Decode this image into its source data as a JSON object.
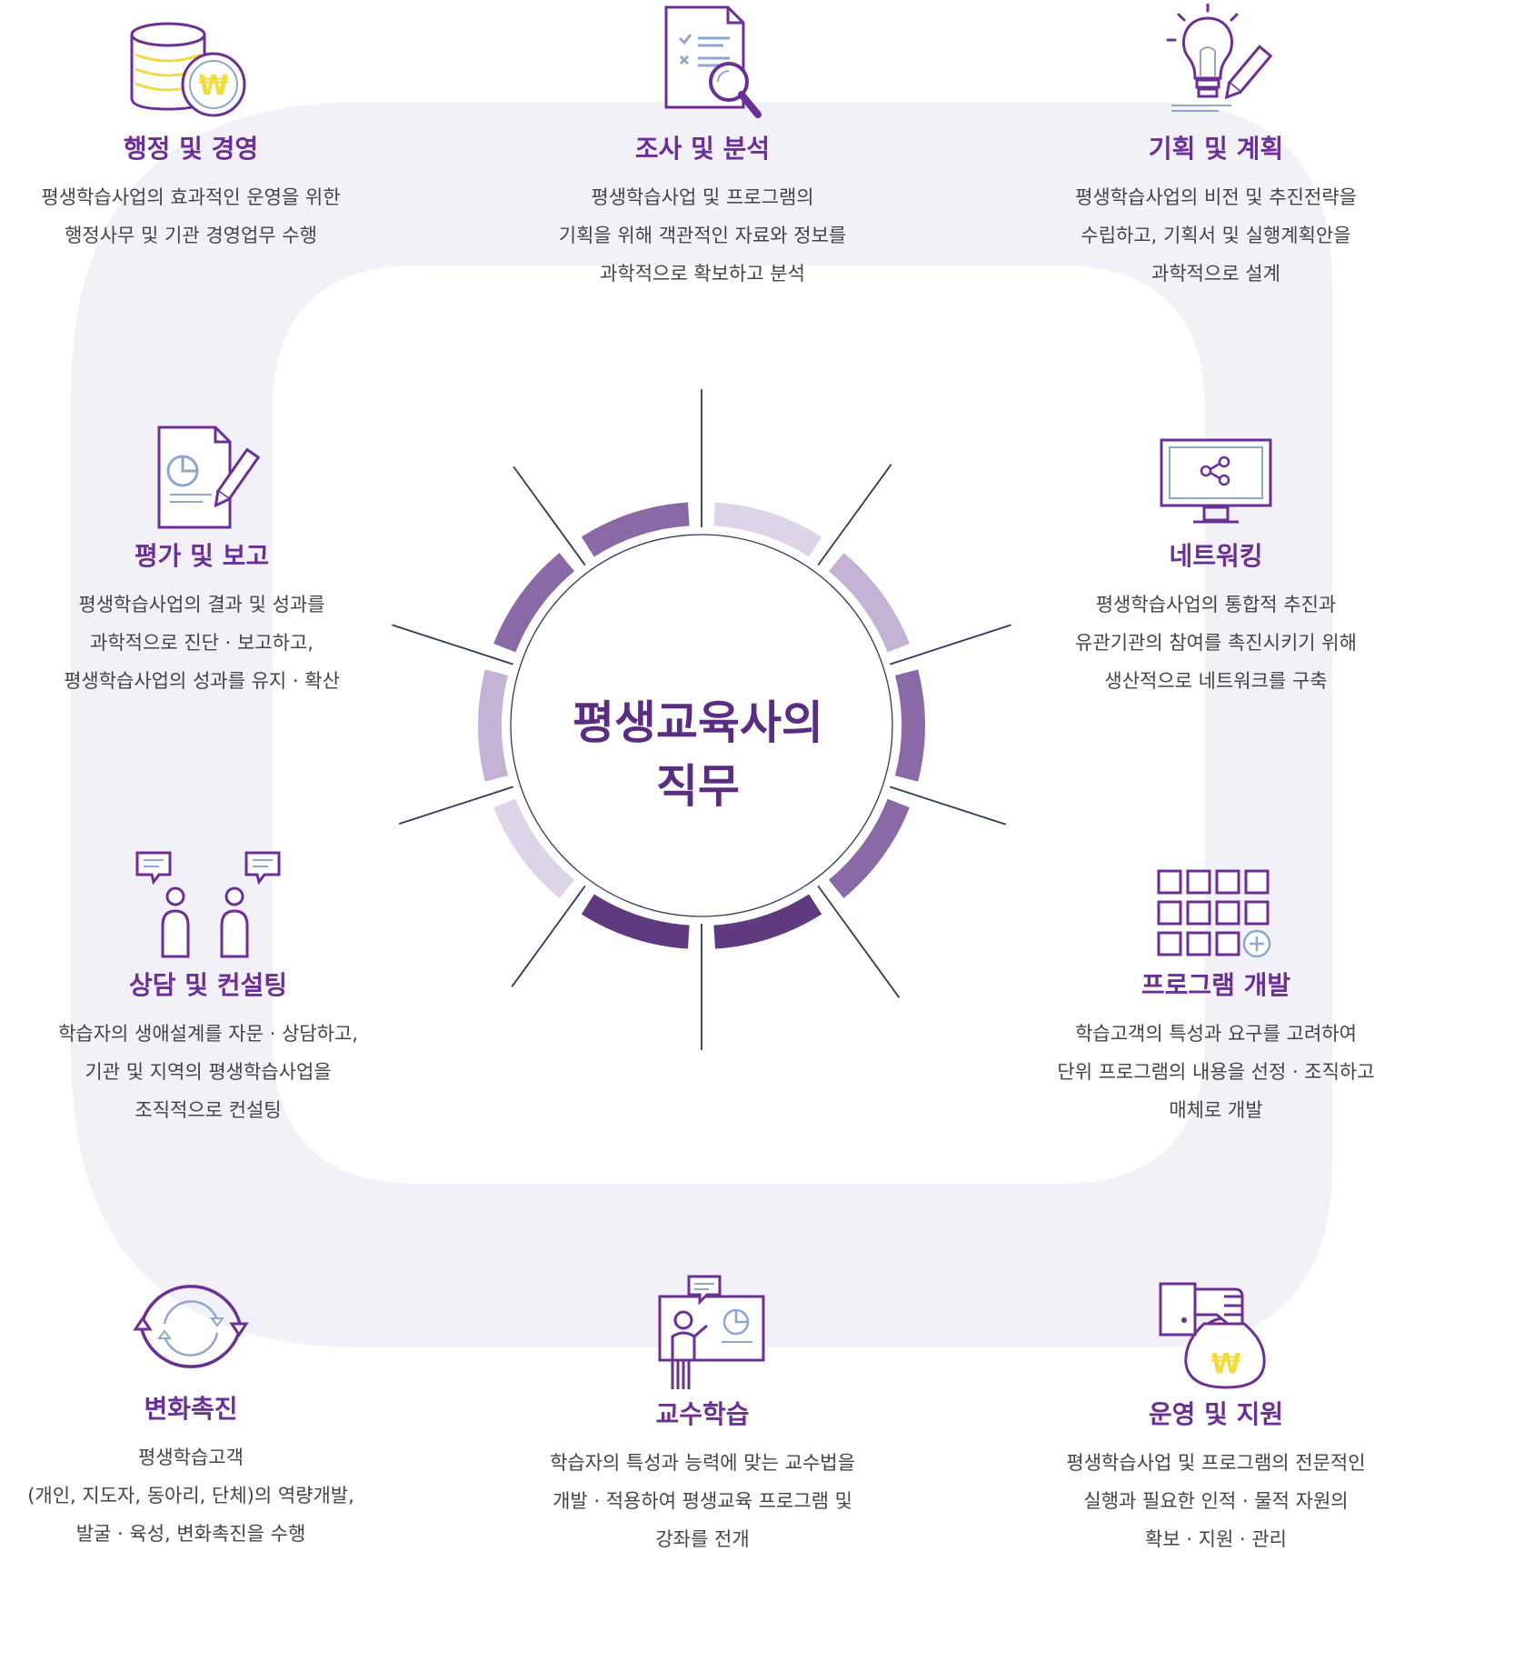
{
  "center": {
    "lines": [
      "평생교육사의",
      "직무"
    ]
  },
  "colors": {
    "primary": "#6b2f96",
    "dark": "#5a2d83",
    "ring_dark": "#5f3a7f",
    "ring_mid": "#8a6aa6",
    "ring_light": "#c4b2d4",
    "ring_pale": "#ded4e8",
    "frame": "#f3f1f8",
    "accent_yellow": "#f2dc3c"
  },
  "cards": [
    {
      "key": "admin",
      "icon": "coin-stack-won-icon",
      "title": "행정 및 경영",
      "desc": [
        "평생학습사업의 효과적인 운영을 위한",
        "행정사무 및 기관 경영업무 수행"
      ]
    },
    {
      "key": "research",
      "icon": "document-magnifier-icon",
      "title": "조사 및 분석",
      "desc": [
        "평생학습사업 및 프로그램의",
        "기획을 위해 객관적인 자료와 정보를",
        "과학적으로 확보하고 분석"
      ]
    },
    {
      "key": "planning",
      "icon": "lightbulb-pencil-icon",
      "title": "기획 및 계획",
      "desc": [
        "평생학습사업의 비전 및 추진전략을",
        "수립하고, 기획서 및 실행계획안을",
        "과학적으로 설계"
      ]
    },
    {
      "key": "evaluation",
      "icon": "report-chart-pencil-icon",
      "title": "평가 및 보고",
      "desc": [
        "평생학습사업의 결과 및 성과를",
        "과학적으로 진단 · 보고하고,",
        "평생학습사업의 성과를 유지 · 확산"
      ]
    },
    {
      "key": "network",
      "icon": "monitor-share-icon",
      "title": "네트워킹",
      "desc": [
        "평생학습사업의 통합적 추진과",
        "유관기관의 참여를 촉진시키기 위해",
        "생산적으로 네트워크를 구축"
      ]
    },
    {
      "key": "consult",
      "icon": "two-people-chat-icon",
      "title": "상담 및 컨설팅",
      "desc": [
        "학습자의 생애설계를 자문 · 상담하고,",
        "기관 및 지역의 평생학습사업을",
        "조직적으로 컨설팅"
      ]
    },
    {
      "key": "program",
      "icon": "grid-add-icon",
      "title": "프로그램 개발",
      "desc": [
        "학습고객의 특성과 요구를 고려하여",
        "단위 프로그램의 내용을 선정 · 조직하고",
        "매체로 개발"
      ]
    },
    {
      "key": "change",
      "icon": "cycle-arrows-icon",
      "title": "변화촉진",
      "desc": [
        "평생학습고객",
        "(개인, 지도자, 동아리, 단체)의 역량개발,",
        "발굴 · 육성, 변화촉진을 수행"
      ]
    },
    {
      "key": "teaching",
      "icon": "presenter-board-icon",
      "title": "교수학습",
      "desc": [
        "학습자의 특성과 능력에 맞는 교수법을",
        "개발 · 적용하여 평생교육 프로그램 및",
        "강좌를 전개"
      ]
    },
    {
      "key": "support",
      "icon": "hand-money-bag-icon",
      "title": "운영 및 지원",
      "desc": [
        "평생학습사업 및 프로그램의 전문적인",
        "실행과 필요한 인적 · 물적 자원의",
        "확보 · 지원 · 관리"
      ]
    }
  ]
}
